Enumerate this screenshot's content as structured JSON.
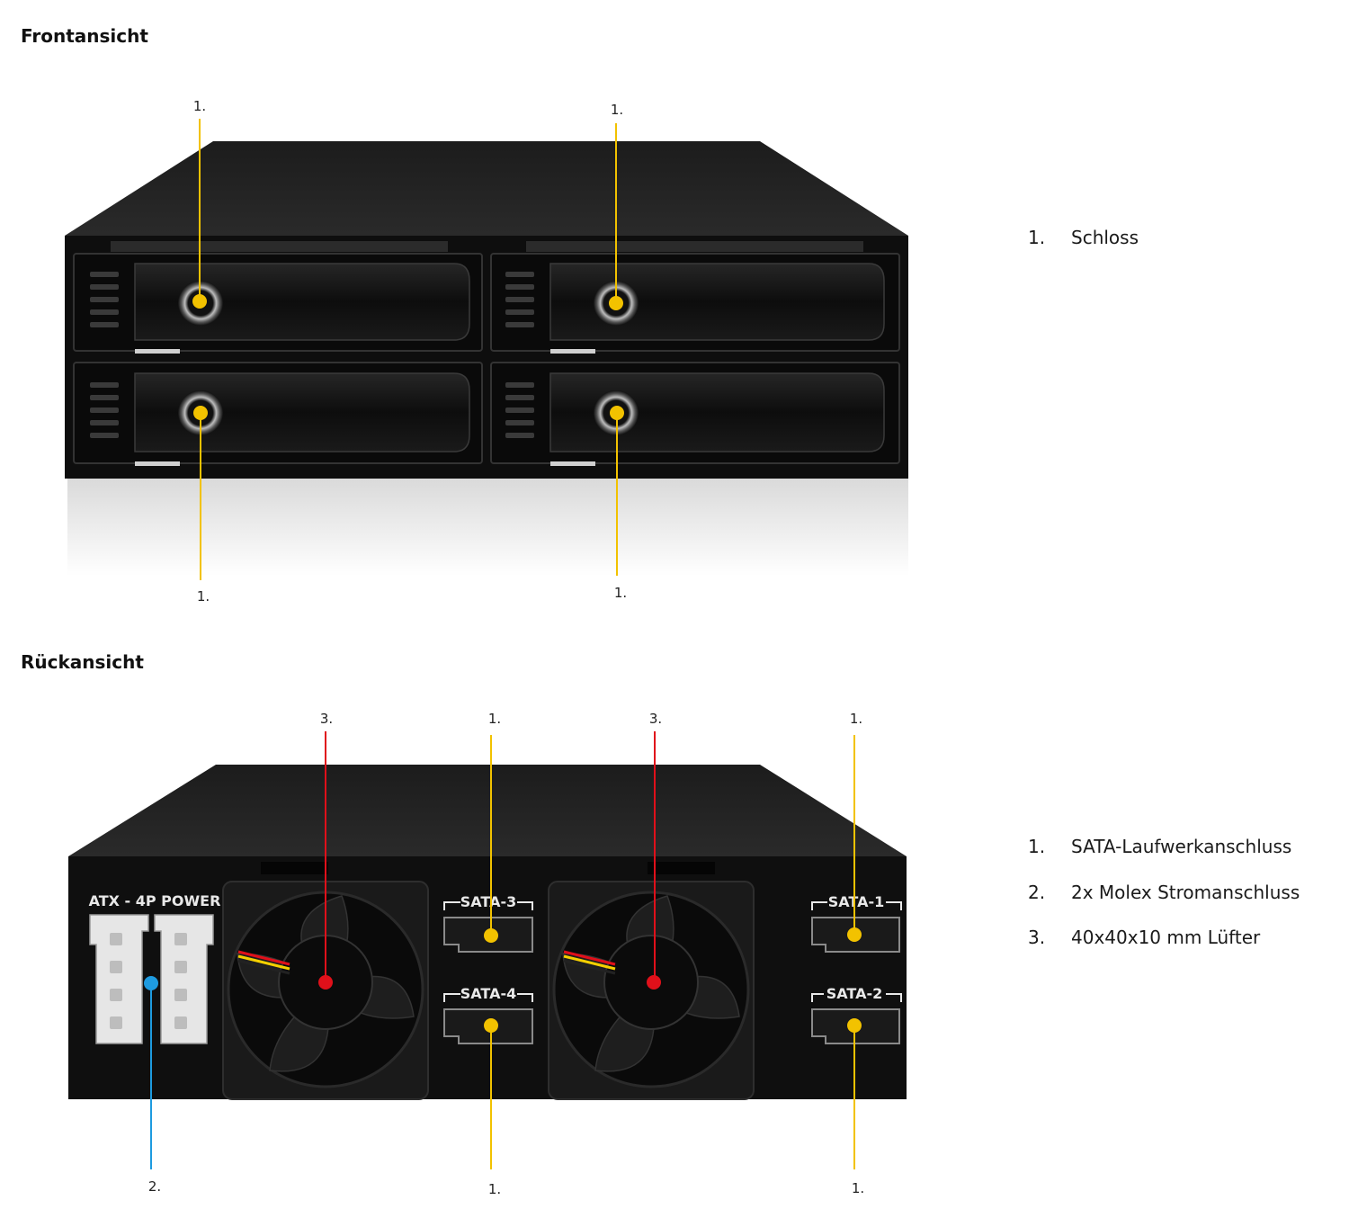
{
  "front": {
    "title": "Frontansicht",
    "callouts": [
      {
        "label": "1."
      },
      {
        "label": "1."
      },
      {
        "label": "1."
      },
      {
        "label": "1."
      }
    ],
    "legend": [
      {
        "num": "1.",
        "text": "Schloss"
      }
    ]
  },
  "back": {
    "title": "Rückansicht",
    "atx_label": "ATX - 4P POWER",
    "sata_labels": [
      "SATA-3",
      "SATA-4",
      "SATA-1",
      "SATA-2"
    ],
    "callouts": [
      {
        "label": "3."
      },
      {
        "label": "1."
      },
      {
        "label": "3."
      },
      {
        "label": "1."
      },
      {
        "label": "2."
      },
      {
        "label": "1."
      },
      {
        "label": "1."
      }
    ],
    "legend": [
      {
        "num": "1.",
        "text": "SATA-Laufwerkanschluss"
      },
      {
        "num": "2.",
        "text": "2x Molex Stromanschluss"
      },
      {
        "num": "3.",
        "text": "40x40x10 mm Lüfter"
      }
    ]
  },
  "colors": {
    "sata_callout": "#f2c200",
    "molex_callout": "#1e9be0",
    "fan_callout": "#e0101a",
    "device_body": "#111111"
  }
}
